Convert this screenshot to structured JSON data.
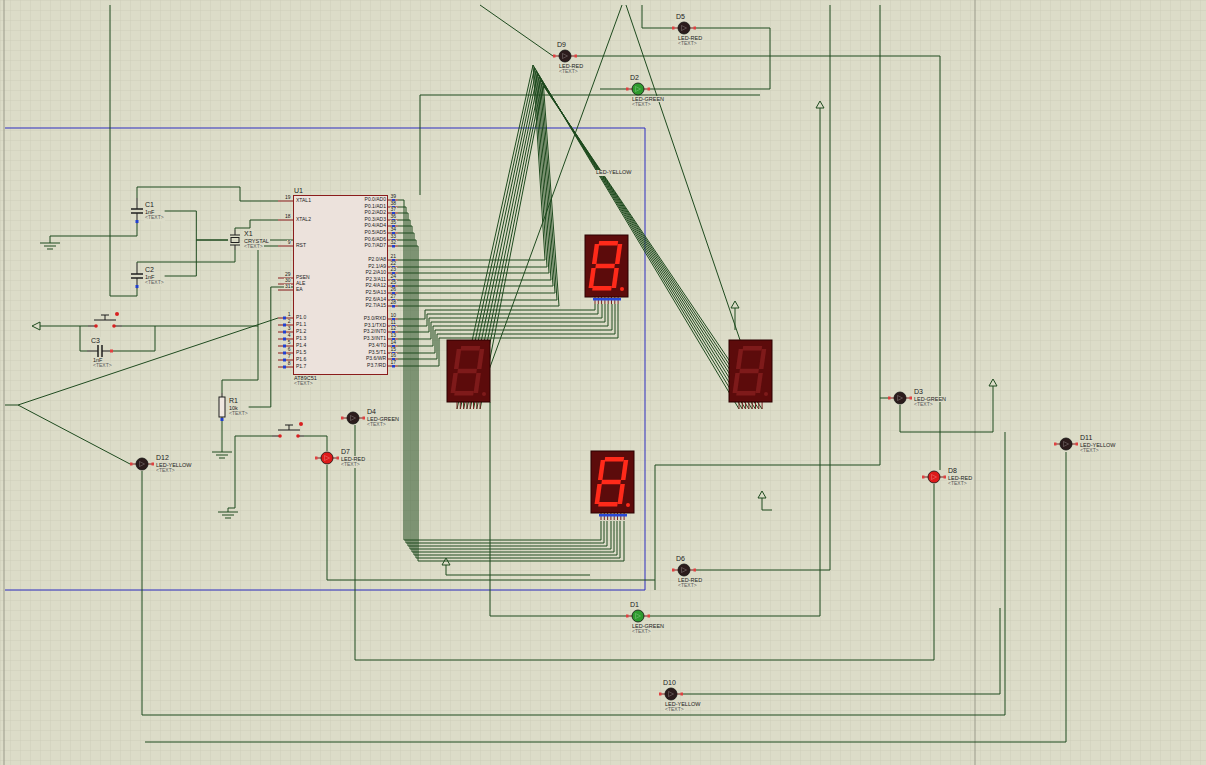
{
  "diagram": {
    "nodes": [
      {
        "text": [
          "D5",
          "LED-RED",
          "<TEXT>"
        ]
      },
      {
        "text": [
          "D9",
          "LED-RED",
          "<TEXT>"
        ]
      },
      {
        "text": [
          "D2",
          "LED-GREEN",
          "<TEXT>"
        ]
      },
      {
        "text": [
          "U1",
          "AT89C51",
          "<TEXT>"
        ]
      },
      {
        "text": [
          "C1",
          "1nF",
          "<TEXT>"
        ]
      },
      {
        "text": [
          "X1",
          "CRYSTAL",
          "<TEXT>"
        ]
      },
      {
        "text": [
          "C2",
          "1nF",
          "<TEXT>"
        ]
      },
      {
        "text": [
          "C3",
          "1nF",
          "<TEXT>"
        ]
      },
      {
        "text": [
          "D3",
          "LED-GREEN",
          "<TEXT>"
        ]
      },
      {
        "text": [
          "R1",
          "10k",
          "<TEXT>"
        ]
      },
      {
        "text": [
          "D4",
          "LED-GREEN",
          "<TEXT>"
        ]
      },
      {
        "text": [
          "D11",
          "LED-YELLOW",
          "<TEXT>"
        ]
      },
      {
        "text": [
          "D7",
          "LED-RED",
          "<TEXT>"
        ]
      },
      {
        "text": [
          "D12",
          "LED-YELLOW",
          "<TEXT>"
        ]
      },
      {
        "text": [
          "D8",
          "LED-RED",
          "<TEXT>"
        ]
      },
      {
        "text": [
          "D6",
          "LED-RED",
          "<TEXT>"
        ]
      },
      {
        "text": [
          "D1",
          "LED-GREEN",
          "<TEXT>"
        ]
      },
      {
        "text": [
          "D10",
          "LED-YELLOW",
          "<TEXT>"
        ]
      }
    ],
    "edges": [
      {
        "from": 4,
        "to": 5,
        "arrow": "none"
      },
      {
        "from": 6,
        "to": 5,
        "arrow": "none"
      },
      {
        "from": 5,
        "to": 3,
        "arrow": "none"
      },
      {
        "from": 9,
        "to": 3,
        "arrow": "none"
      }
    ],
    "labels": [
      "LED-YELLOW",
      "XTAL1",
      "XTAL2",
      "RST",
      "PSEN",
      "ALE",
      "EA",
      "P1.0",
      "P1.1",
      "P1.2",
      "P1.3",
      "P1.4",
      "P1.5",
      "P1.6",
      "P1.7",
      "19",
      "18",
      "9",
      "29",
      "30",
      "31",
      "1",
      "2",
      "3",
      "4",
      "5",
      "6",
      "7",
      "8",
      "P0.0/AD0",
      "P0.1/AD1",
      "P0.2/AD2",
      "P0.3/AD3",
      "P0.4/AD4",
      "P0.5/AD5",
      "P0.6/AD6",
      "P0.7/AD7",
      "P2.0/A8",
      "P2.1/A9",
      "P2.2/A10",
      "P2.3/A11",
      "P2.4/A12",
      "P2.5/A13",
      "P2.6/A14",
      "P2.7/A15",
      "P3.0/RXD",
      "P3.1/TXD",
      "P3.2/INT0",
      "P3.3/INT1",
      "P3.4/T0",
      "P3.5/T1",
      "P3.6/WR",
      "P3.7/RD",
      "39",
      "38",
      "37",
      "36",
      "35",
      "34",
      "33",
      "32",
      "21",
      "22",
      "23",
      "24",
      "25",
      "26",
      "27",
      "28",
      "10",
      "11",
      "12",
      "13",
      "14",
      "15",
      "16",
      "17"
    ]
  }
}
